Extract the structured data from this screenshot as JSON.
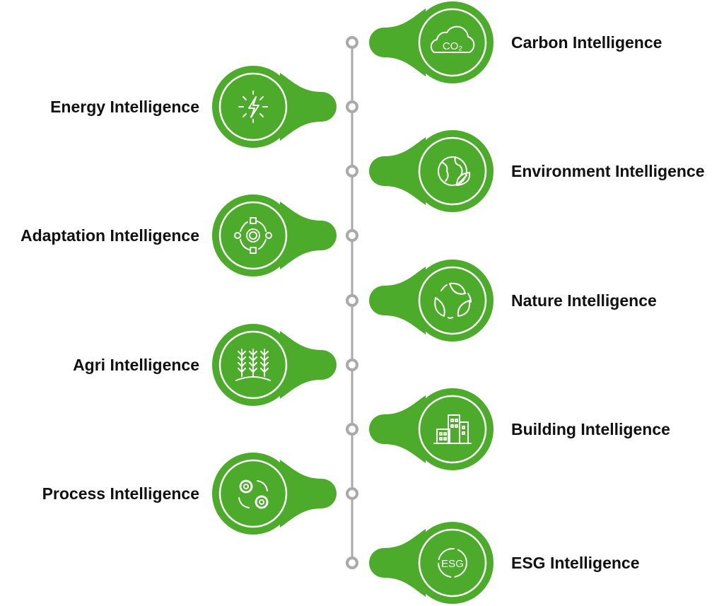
{
  "colors": {
    "accent": "#4CAB2A",
    "timeline": "#AAAAAA"
  },
  "items": [
    {
      "label": "Carbon Intelligence",
      "side": "right",
      "icon": "co2-cloud-icon"
    },
    {
      "label": "Energy Intelligence",
      "side": "left",
      "icon": "lightning-bolt-icon"
    },
    {
      "label": "Environment Intelligence",
      "side": "right",
      "icon": "globe-leaf-icon"
    },
    {
      "label": "Adaptation Intelligence",
      "side": "left",
      "icon": "adaptation-cycle-gear-icon"
    },
    {
      "label": "Nature Intelligence",
      "side": "right",
      "icon": "recycle-leaves-icon"
    },
    {
      "label": "Agri Intelligence",
      "side": "left",
      "icon": "crops-icon"
    },
    {
      "label": "Building Intelligence",
      "side": "right",
      "icon": "buildings-icon"
    },
    {
      "label": "Process Intelligence",
      "side": "left",
      "icon": "gears-cycle-icon"
    },
    {
      "label": "ESG Intelligence",
      "side": "right",
      "icon": "esg-cycle-icon"
    }
  ],
  "esg_icon_text": "ESG",
  "co2_icon_text": "CO₂"
}
